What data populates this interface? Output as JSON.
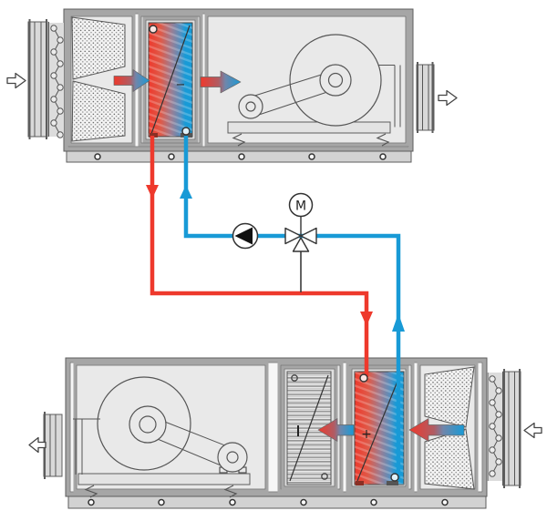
{
  "diagram": {
    "description": "run-around-coil heat recovery schematic with two air handling units connected by a pumped glycol loop",
    "labels": {
      "valve_actuator": "M",
      "heating_coil_sign": "+",
      "cooling_coil_sign": "−"
    },
    "colors": {
      "hot_pipe": "#ee392c",
      "cold_pipe": "#189ad6",
      "casing_frame": "#a6a6a6",
      "outline": "#5d5d5d",
      "section_fill": "#e9e9e9",
      "background": "#ffffff"
    },
    "top_unit": {
      "airflow_direction": "left-to-right",
      "components": [
        "inlet-airflow-arrow",
        "inlet-duct",
        "flexible-connector",
        "v-bank-filter",
        "run-around-coil",
        "belt-driven-centrifugal-fan",
        "vibration-springs",
        "outlet-duct",
        "outlet-airflow-arrow"
      ]
    },
    "bottom_unit": {
      "airflow_direction": "right-to-left",
      "components": [
        "inlet-airflow-arrow",
        "inlet-duct",
        "flexible-connector",
        "v-bank-filter",
        "run-around-coil",
        "finned-coil",
        "belt-driven-centrifugal-fan",
        "vibration-springs",
        "outlet-duct",
        "outlet-airflow-arrow"
      ]
    },
    "hydraulic_loop": {
      "components": [
        "hot-supply-pipe",
        "cold-return-pipe",
        "circulation-pump",
        "three-way-valve",
        "valve-motor-actuator",
        "bypass-line"
      ],
      "hot_pipe_route": "top coil to bottom coil",
      "cold_pipe_route": "bottom coil to top coil"
    }
  }
}
